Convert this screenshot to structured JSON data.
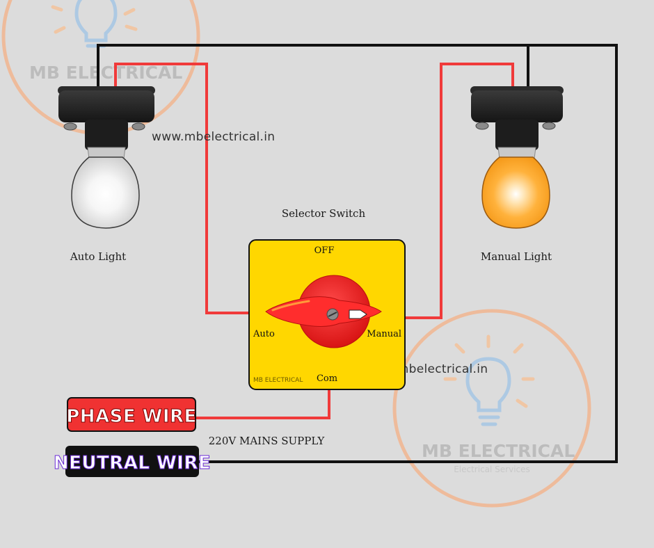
{
  "watermark": {
    "brand": "MB ELECTRICAL",
    "tagline": "Electrical Services",
    "url": "www.mbelectrical.in"
  },
  "lamps": {
    "auto": {
      "label": "Auto Light",
      "state": "off",
      "color": "#f4f4f4"
    },
    "manual": {
      "label": "Manual Light",
      "state": "on",
      "color": "#ffb02e"
    }
  },
  "selector_switch": {
    "title": "Selector Switch",
    "positions": {
      "top": "OFF",
      "left": "Auto",
      "right": "Manual",
      "bottom": "Com"
    },
    "selected": "Manual",
    "brand": "MB ELECTRICAL",
    "plate_color": "#ffd700",
    "knob_color": "#f01e1e"
  },
  "supply": {
    "label": "220V MAINS SUPPLY",
    "phase": {
      "label": "PHASE WIRE",
      "color": "#f03232"
    },
    "neutral": {
      "label": "NEUTRAL WIRE",
      "color": "#111111"
    }
  },
  "colors": {
    "phase_wire": "#f03a3a",
    "neutral_wire": "#111111",
    "background": "#dcdcdc"
  },
  "icons": [
    "bulb-holder-icon",
    "light-bulb-icon",
    "rotary-knob-icon",
    "arrow-pointer-icon",
    "watermark-bulb-icon"
  ]
}
